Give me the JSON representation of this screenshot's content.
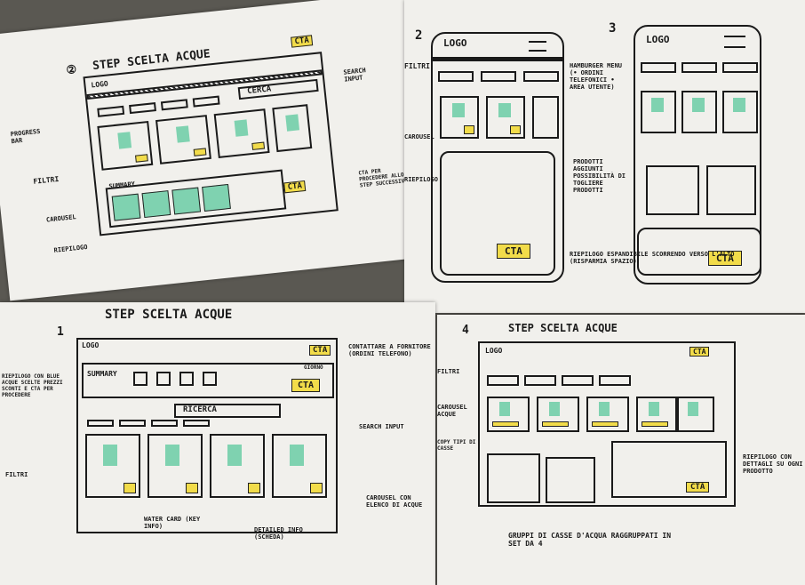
{
  "q2": {
    "step_title": "STEP SCELTA ACQUE",
    "num": "2",
    "cta": "CTA",
    "logo": "LOGO",
    "search": "CERCA",
    "summary": "SUMMARY",
    "labels": {
      "progress": "PROGRESS BAR",
      "search_input": "SEARCH INPUT",
      "filtri": "FILTRI",
      "carousel": "CAROUSEL",
      "riepilogo": "RIEPILOGO",
      "cta_note": "CTA PER PROCEDERE ALLO STEP SUCCESSIVO"
    }
  },
  "q3": {
    "num2": "2",
    "num3": "3",
    "logo": "LOGO",
    "cta": "CTA",
    "labels": {
      "filtri": "FILTRI",
      "carousel": "CAROUSEL",
      "riepilogo": "RIEPILOGO",
      "hamburger": "HAMBURGER MENU (• ORDINI TELEFONICI • AREA UTENTE)",
      "prodotti": "PRODOTTI AGGIUNTI POSSIBILITÀ DI TOGLIERE PRODOTTI",
      "riepilogo_esp": "RIEPILOGO ESPANDIBILE SCORRENDO VERSO L'ALTO (RISPARMIA SPAZIO)"
    }
  },
  "q1": {
    "num": "1",
    "step_title": "STEP SCELTA ACQUE",
    "logo": "LOGO",
    "cta": "CTA",
    "summary": "SUMMARY",
    "ricerca": "RICERCA",
    "giorno": "GIORNO",
    "labels": {
      "contattare": "CONTATTARE A FORNITORE (ORDINI TELEFONO)",
      "riepilogo": "RIEPILOGO CON BLUE ACQUE SCELTE PREZZI SCONTI E CTA PER PROCEDERE",
      "search_input": "SEARCH INPUT",
      "filtri": "FILTRI",
      "carousel": "CAROUSEL CON ELENCO DI ACQUE",
      "water_card": "WATER CARD (KEY INFO)",
      "detailed": "DETAILED INFO (SCHEDA)"
    }
  },
  "q4": {
    "num": "4",
    "step_title": "STEP SCELTA ACQUE",
    "logo": "LOGO",
    "cta": "CTA",
    "labels": {
      "filtri": "FILTRI",
      "carousel": "CAROUSEL ACQUE",
      "copy": "COPY TIPI DI CASSE",
      "riepilogo": "RIEPILOGO CON DETTAGLI SU OGNI PRODOTTO",
      "gruppi": "GRUPPI DI CASSE D'ACQUA RAGGRUPPATI IN SET DA 4"
    }
  }
}
